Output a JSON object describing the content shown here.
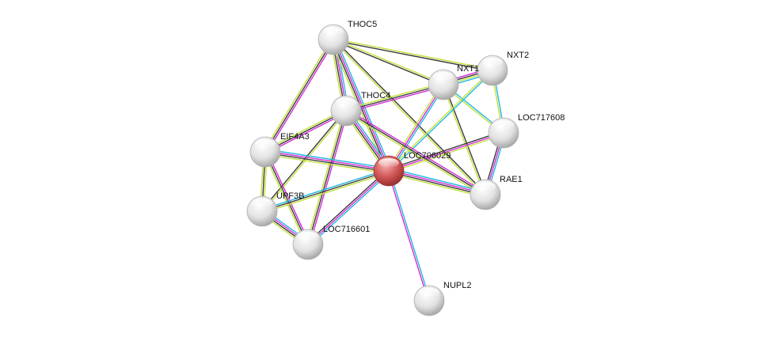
{
  "title": "Protein interaction network",
  "colors": {
    "yellow": "#c2e13c",
    "dark": "#3a3a3a",
    "magenta": "#d62cd6",
    "cyan": "#22b8e0",
    "query": "#d05050",
    "node": "#e8e8e8"
  },
  "nodes": [
    {
      "id": "THOC5",
      "label": "THOC5",
      "query": false
    },
    {
      "id": "NXT2",
      "label": "NXT2",
      "query": false
    },
    {
      "id": "NXT1",
      "label": "NXT1",
      "query": false
    },
    {
      "id": "THOC4",
      "label": "THOC4",
      "query": false
    },
    {
      "id": "LOC717608",
      "label": "LOC717608",
      "query": false
    },
    {
      "id": "EIF4A3",
      "label": "EIF4A3",
      "query": false
    },
    {
      "id": "LOC706029",
      "label": "LOC706029",
      "query": true
    },
    {
      "id": "RAE1",
      "label": "RAE1",
      "query": false
    },
    {
      "id": "UPF3B",
      "label": "UPF3B",
      "query": false
    },
    {
      "id": "LOC716601",
      "label": "LOC716601",
      "query": false
    },
    {
      "id": "NUPL2",
      "label": "NUPL2",
      "query": false
    }
  ],
  "edges": [
    [
      "THOC5",
      "NXT2",
      [
        "yellow",
        "dark"
      ]
    ],
    [
      "THOC5",
      "NXT1",
      [
        "yellow",
        "dark"
      ]
    ],
    [
      "THOC5",
      "THOC4",
      [
        "cyan",
        "magenta",
        "dark",
        "yellow"
      ]
    ],
    [
      "THOC5",
      "LOC706029",
      [
        "cyan",
        "magenta",
        "dark",
        "yellow"
      ]
    ],
    [
      "THOC5",
      "EIF4A3",
      [
        "magenta",
        "dark",
        "yellow"
      ]
    ],
    [
      "THOC5",
      "RAE1",
      [
        "dark",
        "yellow"
      ]
    ],
    [
      "NXT1",
      "NXT2",
      [
        "magenta",
        "dark",
        "yellow",
        "cyan"
      ]
    ],
    [
      "NXT1",
      "THOC4",
      [
        "magenta",
        "dark",
        "yellow"
      ]
    ],
    [
      "NXT1",
      "LOC706029",
      [
        "cyan",
        "magenta",
        "yellow"
      ]
    ],
    [
      "NXT1",
      "LOC717608",
      [
        "cyan",
        "yellow"
      ]
    ],
    [
      "NXT1",
      "RAE1",
      [
        "dark",
        "yellow"
      ]
    ],
    [
      "NXT2",
      "LOC706029",
      [
        "cyan",
        "yellow"
      ]
    ],
    [
      "NXT2",
      "LOC717608",
      [
        "cyan",
        "yellow"
      ]
    ],
    [
      "LOC717608",
      "LOC706029",
      [
        "yellow",
        "magenta",
        "dark"
      ]
    ],
    [
      "LOC717608",
      "RAE1",
      [
        "cyan",
        "magenta",
        "dark"
      ]
    ],
    [
      "THOC4",
      "EIF4A3",
      [
        "magenta",
        "dark",
        "yellow"
      ]
    ],
    [
      "THOC4",
      "LOC706029",
      [
        "cyan",
        "magenta",
        "dark",
        "yellow"
      ]
    ],
    [
      "THOC4",
      "RAE1",
      [
        "magenta",
        "dark",
        "yellow"
      ]
    ],
    [
      "THOC4",
      "UPF3B",
      [
        "yellow",
        "dark"
      ]
    ],
    [
      "THOC4",
      "LOC716601",
      [
        "magenta",
        "dark",
        "yellow"
      ]
    ],
    [
      "EIF4A3",
      "LOC706029",
      [
        "cyan",
        "magenta",
        "dark",
        "yellow"
      ]
    ],
    [
      "EIF4A3",
      "UPF3B",
      [
        "yellow",
        "dark",
        "yellow"
      ]
    ],
    [
      "EIF4A3",
      "LOC716601",
      [
        "magenta",
        "dark",
        "yellow"
      ]
    ],
    [
      "LOC706029",
      "RAE1",
      [
        "cyan",
        "magenta",
        "dark",
        "yellow"
      ]
    ],
    [
      "LOC706029",
      "UPF3B",
      [
        "yellow",
        "dark",
        "cyan"
      ]
    ],
    [
      "LOC706029",
      "LOC716601",
      [
        "cyan",
        "magenta",
        "dark"
      ]
    ],
    [
      "LOC706029",
      "NUPL2",
      [
        "cyan",
        "magenta"
      ]
    ],
    [
      "UPF3B",
      "LOC716601",
      [
        "cyan",
        "magenta",
        "dark",
        "yellow"
      ]
    ]
  ]
}
